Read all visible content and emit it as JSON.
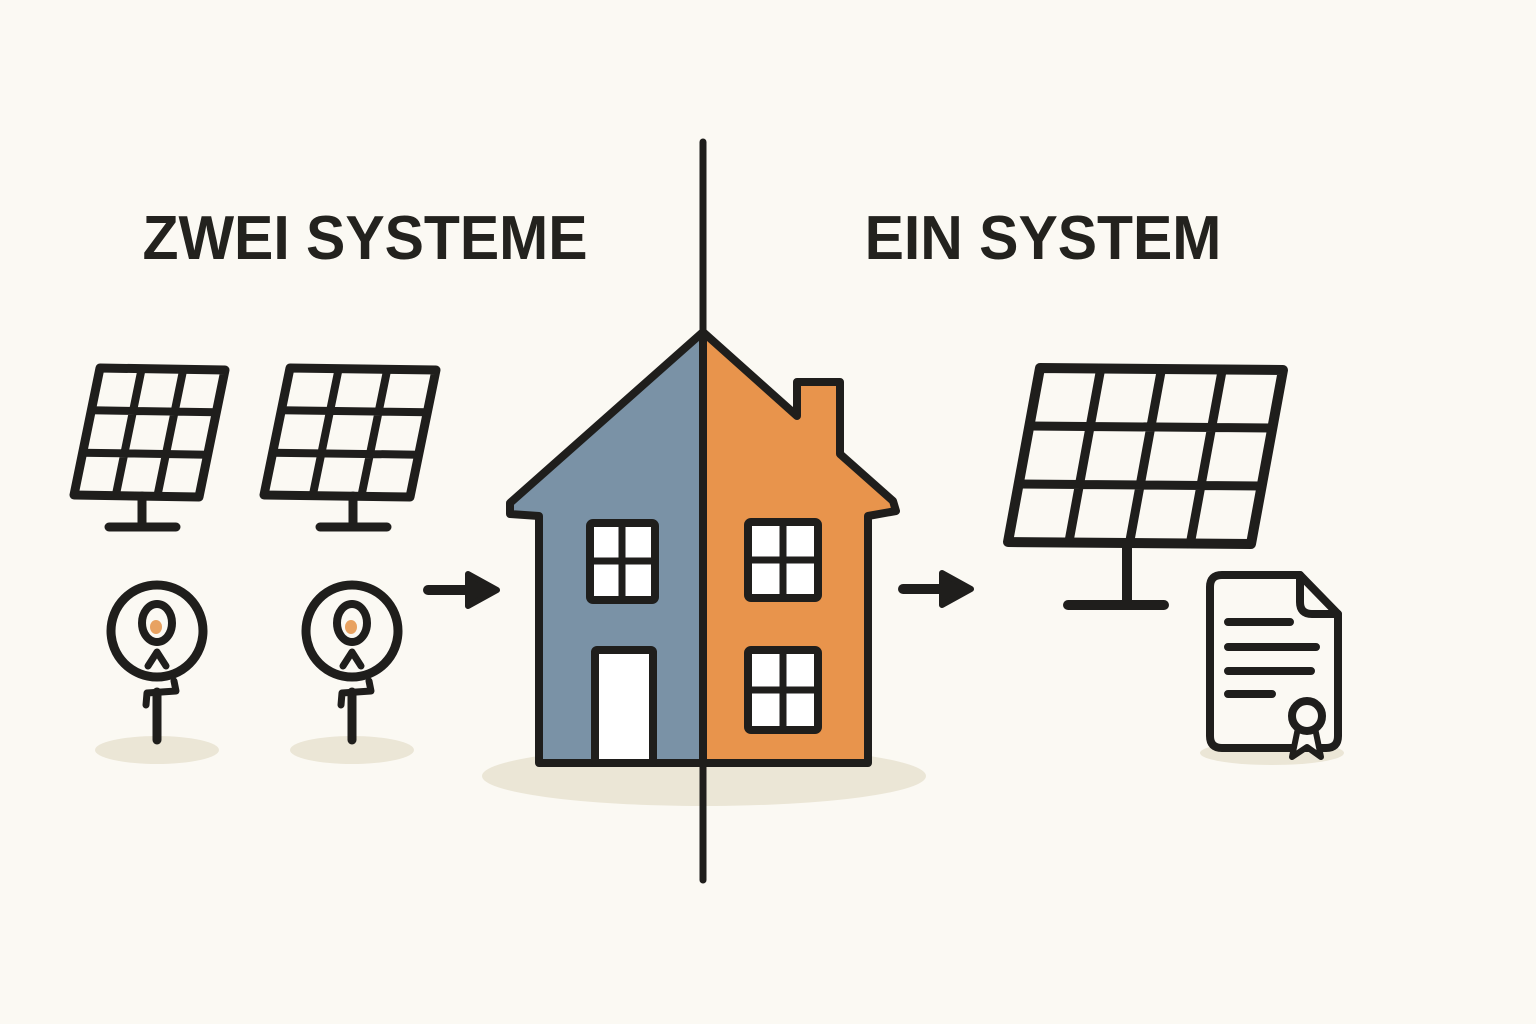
{
  "titles": {
    "left": "ZWEI SYSTEME",
    "right": "EIN SYSTEM"
  },
  "colors": {
    "background": "#FBF9F3",
    "ink": "#1F1E1C",
    "house_left_blue": "#7A92A6",
    "house_right_orange": "#E8944C",
    "meter_dot_orange": "#E8A261",
    "ground_shadow_beige": "#EBE6D6",
    "white": "#FFFFFF"
  },
  "icons": {
    "left_section": [
      "solar-panel-icon",
      "solar-panel-icon",
      "electric-meter-icon",
      "electric-meter-icon"
    ],
    "center_section": [
      "arrow-right-icon",
      "split-house-icon",
      "arrow-right-icon"
    ],
    "right_section": [
      "solar-panel-icon",
      "certificate-document-icon"
    ],
    "divider": "vertical-divider-line"
  }
}
